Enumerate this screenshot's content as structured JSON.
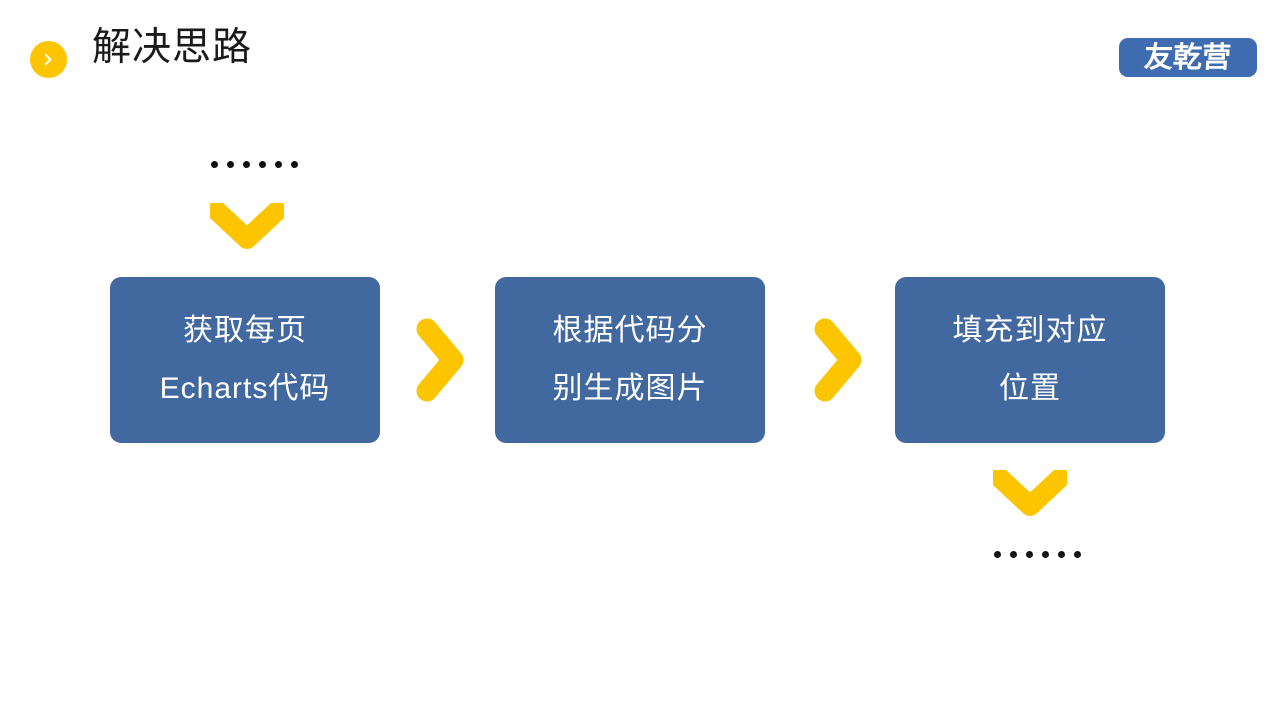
{
  "slide": {
    "background_color": "#FFFFFF",
    "accent_yellow": "#FDC500",
    "accent_blue": "#42699F",
    "logo_blue": "#3F6BB0"
  },
  "header": {
    "bullet_icon": "chevron-right-circle-icon",
    "title": "解决思路",
    "logo_text": "友乾营"
  },
  "top_marker": {
    "dots_icon": "ellipsis-dots-icon",
    "dot_count": 6,
    "chevron_icon": "chevron-down-icon"
  },
  "bottom_marker": {
    "chevron_icon": "chevron-down-icon",
    "dots_icon": "ellipsis-dots-icon",
    "dot_count": 6
  },
  "flow": {
    "connector_icon": "chevron-right-icon",
    "steps": [
      {
        "line1": "获取每页",
        "line2": "Echarts代码"
      },
      {
        "line1": "根据代码分",
        "line2": "别生成图片"
      },
      {
        "line1": "填充到对应",
        "line2": "位置"
      }
    ]
  }
}
